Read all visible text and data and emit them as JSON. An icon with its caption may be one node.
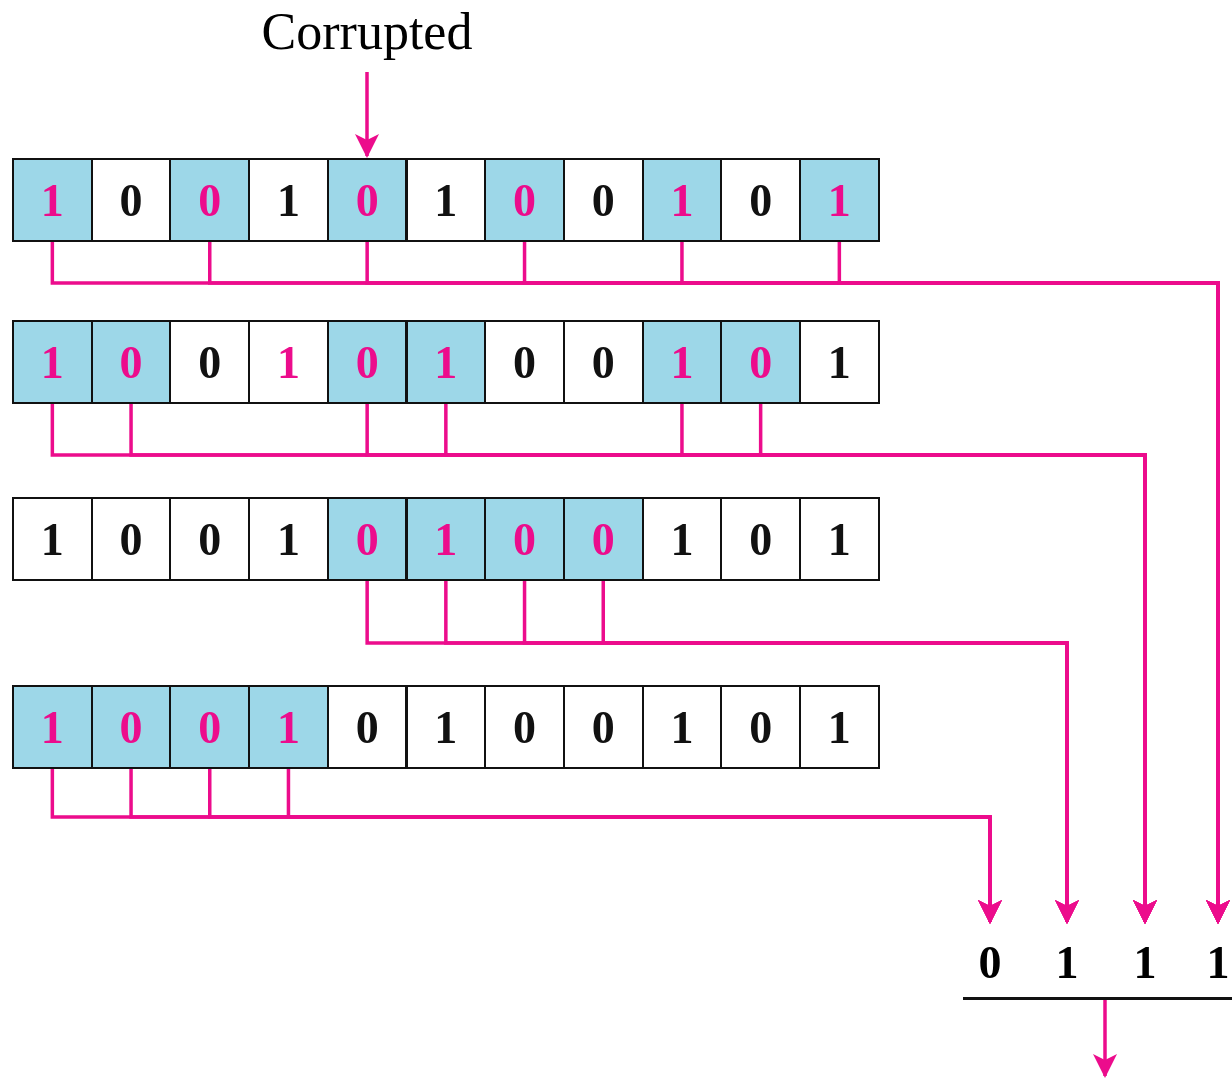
{
  "diagram": {
    "nodes": [
      {
        "text": [
          "Corrupted"
        ]
      },
      {
        "text": [
          "1"
        ]
      },
      {
        "text": [
          "0"
        ]
      },
      {
        "text": [
          "0"
        ]
      },
      {
        "text": [
          "1"
        ]
      },
      {
        "text": [
          "0"
        ]
      },
      {
        "text": [
          "1"
        ]
      },
      {
        "text": [
          "0"
        ]
      },
      {
        "text": [
          "0"
        ]
      },
      {
        "text": [
          "1"
        ]
      },
      {
        "text": [
          "0"
        ]
      },
      {
        "text": [
          "1"
        ]
      },
      {
        "text": [
          "1"
        ]
      },
      {
        "text": [
          "0"
        ]
      },
      {
        "text": [
          "0"
        ]
      },
      {
        "text": [
          "1"
        ]
      },
      {
        "text": [
          "0"
        ]
      },
      {
        "text": [
          "1"
        ]
      },
      {
        "text": [
          "0"
        ]
      },
      {
        "text": [
          "0"
        ]
      },
      {
        "text": [
          "1"
        ]
      },
      {
        "text": [
          "0"
        ]
      },
      {
        "text": [
          "1"
        ]
      },
      {
        "text": [
          "1"
        ]
      },
      {
        "text": [
          "0"
        ]
      },
      {
        "text": [
          "0"
        ]
      },
      {
        "text": [
          "1"
        ]
      },
      {
        "text": [
          "0"
        ]
      },
      {
        "text": [
          "1"
        ]
      },
      {
        "text": [
          "0"
        ]
      },
      {
        "text": [
          "0"
        ]
      },
      {
        "text": [
          "1"
        ]
      },
      {
        "text": [
          "0"
        ]
      },
      {
        "text": [
          "1"
        ]
      },
      {
        "text": [
          "1"
        ]
      },
      {
        "text": [
          "0"
        ]
      },
      {
        "text": [
          "0"
        ]
      },
      {
        "text": [
          "1"
        ]
      },
      {
        "text": [
          "0"
        ]
      },
      {
        "text": [
          "1"
        ]
      },
      {
        "text": [
          "0"
        ]
      },
      {
        "text": [
          "0"
        ]
      },
      {
        "text": [
          "1"
        ]
      },
      {
        "text": [
          "0"
        ]
      },
      {
        "text": [
          "1"
        ]
      },
      {
        "text": [
          "0"
        ]
      },
      {
        "text": [
          "1"
        ]
      },
      {
        "text": [
          "1"
        ]
      },
      {
        "text": [
          "1"
        ]
      },
      {
        "text": [],
        "shape": "bar"
      }
    ],
    "edges": [
      {
        "from": 0,
        "to": 5,
        "arrow": "to"
      },
      {
        "from": 1,
        "to": 48,
        "arrow": "to"
      },
      {
        "from": 3,
        "to": 48,
        "arrow": "to"
      },
      {
        "from": 5,
        "to": 48,
        "arrow": "to"
      },
      {
        "from": 7,
        "to": 48,
        "arrow": "to"
      },
      {
        "from": 9,
        "to": 48,
        "arrow": "to"
      },
      {
        "from": 11,
        "to": 48,
        "arrow": "to"
      },
      {
        "from": 12,
        "to": 47,
        "arrow": "to"
      },
      {
        "from": 13,
        "to": 47,
        "arrow": "to"
      },
      {
        "from": 16,
        "to": 47,
        "arrow": "to"
      },
      {
        "from": 17,
        "to": 47,
        "arrow": "to"
      },
      {
        "from": 20,
        "to": 47,
        "arrow": "to"
      },
      {
        "from": 21,
        "to": 47,
        "arrow": "to"
      },
      {
        "from": 27,
        "to": 46,
        "arrow": "to"
      },
      {
        "from": 28,
        "to": 46,
        "arrow": "to"
      },
      {
        "from": 29,
        "to": 46,
        "arrow": "to"
      },
      {
        "from": 30,
        "to": 46,
        "arrow": "to"
      },
      {
        "from": 34,
        "to": 45,
        "arrow": "to"
      },
      {
        "from": 35,
        "to": 45,
        "arrow": "to"
      },
      {
        "from": 36,
        "to": 45,
        "arrow": "to"
      },
      {
        "from": 37,
        "to": 45,
        "arrow": "to"
      },
      {
        "from": 49,
        "to": null,
        "arrow": "to"
      }
    ]
  }
}
